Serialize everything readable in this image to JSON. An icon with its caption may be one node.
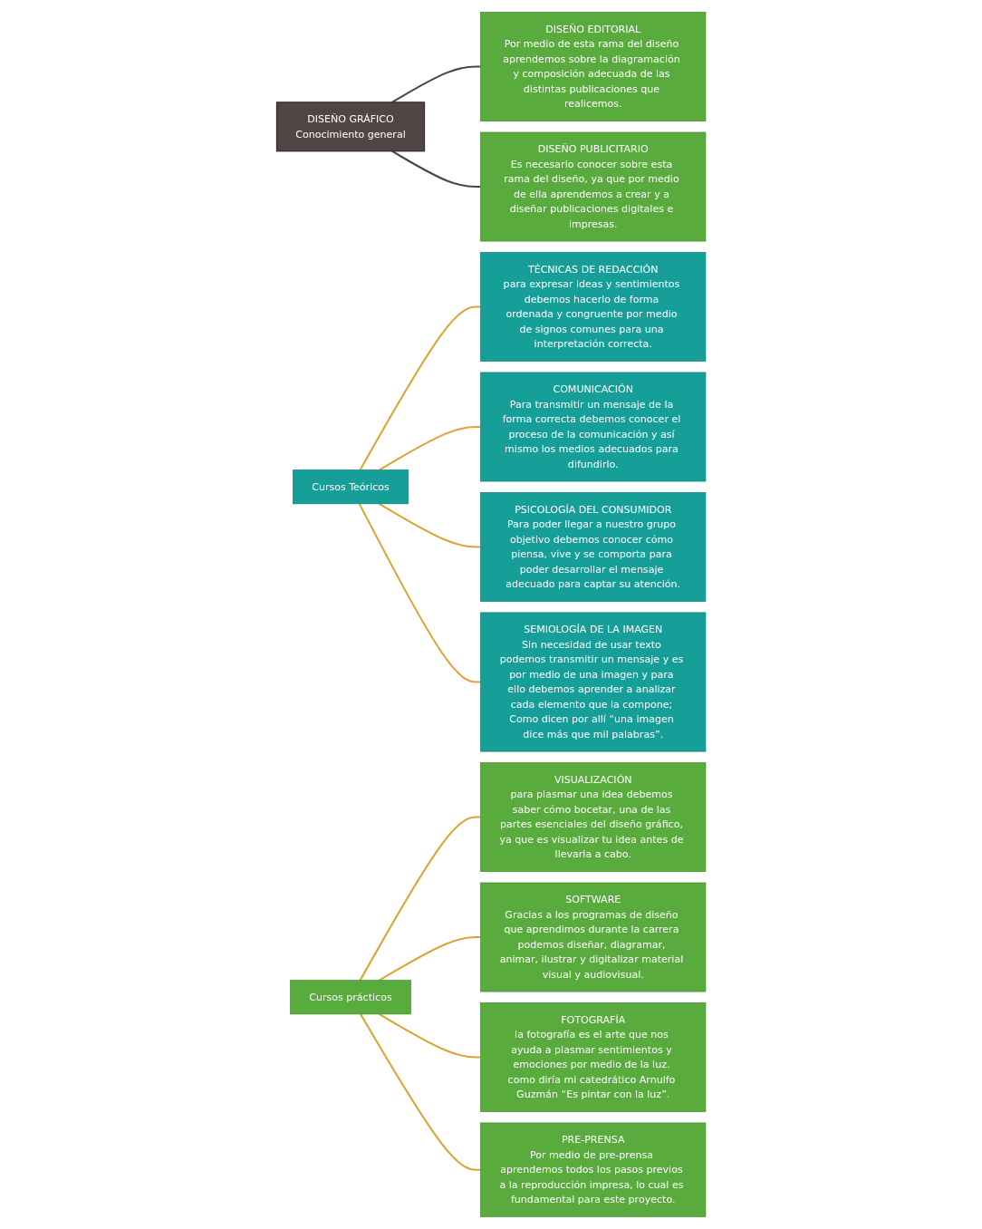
{
  "diagram": {
    "nodes": [
      {
        "text": [
          "DISEÑO GRÁFICO",
          "Conocimiento general"
        ]
      },
      {
        "text": [
          "Cursos Teóricos"
        ]
      },
      {
        "text": [
          "Cursos prácticos"
        ]
      },
      {
        "text": [
          "TÉCNICAS DE REDACCIÓN",
          "para expresar ideas y sentimientos debemos hacerlo de forma ordenada y congruente por medio de signos comunes para una interpretación correcta."
        ]
      },
      {
        "text": [
          "COMUNICACIÓN",
          "Para transmitir un mensaje de la forma correcta debemos conocer el proceso de la comunicación y así mismo los medios adecuados para difundirlo."
        ]
      },
      {
        "text": [
          "PSICOLOGÍA DEL CONSUMIDOR",
          "Para poder llegar a nuestro grupo objetivo debemos conocer cómo piensa, vive y se comporta para poder desarrollar el mensaje adecuado para captar su atención."
        ]
      },
      {
        "text": [
          "SEMIOLOGÍA DE LA IMAGEN",
          "Sin necesidad de usar texto podemos transmitir un mensaje y es por medio de una imagen y para ello debemos aprender a analizar cada elemento que la compone; Como dicen por allí “una imagen dice más que mil palabras”."
        ]
      },
      {
        "text": [
          "VISUALIZACIÓN",
          "para plasmar una idea debemos saber cómo bocetar, una de las partes esenciales del diseño gráfico, ya que es visualizar tu idea antes de llevarla a cabo."
        ]
      },
      {
        "text": [
          "SOFTWARE",
          "Gracias a los programas de diseño que aprendimos durante la carrera podemos diseñar, diagramar, animar, ilustrar y digitalizar material visual y audiovisual."
        ]
      },
      {
        "text": [
          "FOTOGRAFÍA",
          "la fotografía es el arte que nos ayuda a plasmar sentimientos y emociones por medio de la luz. como diría mi catedrático Arnulfo Guzmán “Es pintar con la luz”."
        ]
      },
      {
        "text": [
          "PRE-PRENSA",
          "Por medio de pre-prensa aprendemos todos los pasos previos a la reproducción impresa, lo cual es fundamental para este proyecto."
        ]
      },
      {
        "text": [
          "DISEÑO EDITORIAL",
          "Por medio de esta rama del diseño aprendemos sobre la diagramación y composición adecuada de las distintas publicaciones que realicemos."
        ]
      },
      {
        "text": [
          "DISEÑO PUBLICITARIO",
          "Es necesario conocer sobre esta rama del diseño, ya que por medio de ella aprendemos a crear y a diseñar publicaciones digitales e impresas."
        ]
      }
    ],
    "edges": [
      {
        "from": 1,
        "to": 3,
        "arrow": "none"
      },
      {
        "from": 1,
        "to": 4,
        "arrow": "none"
      },
      {
        "from": 1,
        "to": 5,
        "arrow": "none"
      },
      {
        "from": 1,
        "to": 6,
        "arrow": "none"
      },
      {
        "from": 2,
        "to": 7,
        "arrow": "none"
      },
      {
        "from": 2,
        "to": 8,
        "arrow": "none"
      },
      {
        "from": 2,
        "to": 9,
        "arrow": "none"
      },
      {
        "from": 2,
        "to": 10,
        "arrow": "none"
      },
      {
        "from": 0,
        "to": 11,
        "arrow": "none",
        "color": "#4d4343"
      },
      {
        "from": 0,
        "to": 12,
        "arrow": "none",
        "color": "#4d4343"
      }
    ]
  }
}
